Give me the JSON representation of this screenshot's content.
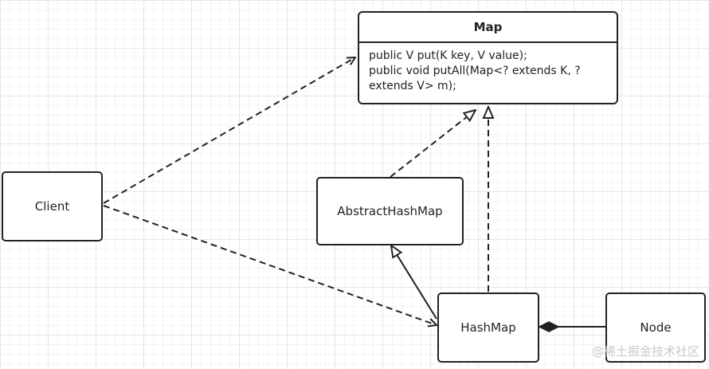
{
  "map_class": {
    "title": "Map",
    "method_1": "public V put(K key, V value);",
    "method_2": "public void putAll(Map<? extends K, ?",
    "method_3": "extends V> m);"
  },
  "nodes": {
    "client": "Client",
    "abstract_hash_map": "AbstractHashMap",
    "hash_map": "HashMap",
    "node": "Node"
  },
  "watermark": "@稀土掘金技术社区",
  "colors": {
    "stroke": "#222222",
    "grid_major": "#e6e6e6",
    "grid_minor": "#f3f3f3",
    "watermark": "#c8c8c8"
  }
}
